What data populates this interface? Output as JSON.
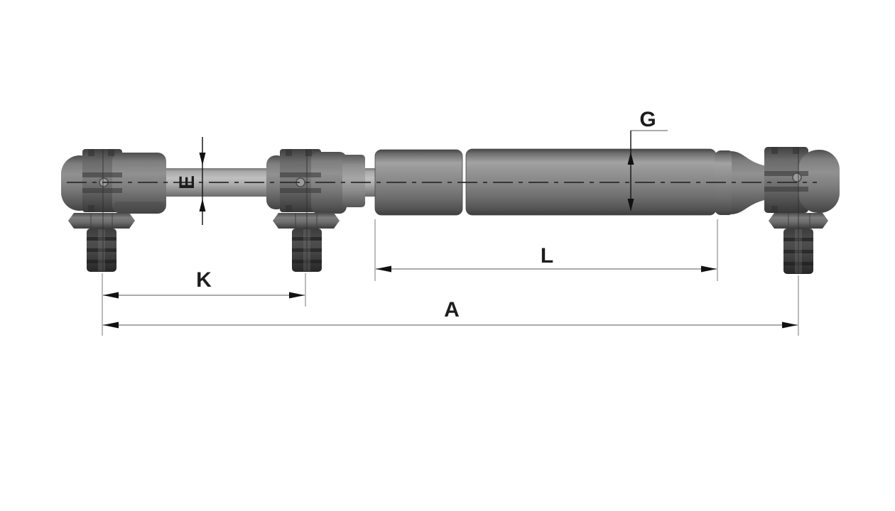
{
  "page": {
    "background": "#ffffff",
    "kind": "technical-dimension-drawing"
  },
  "labels": {
    "rod_diameter": "E",
    "tube_diameter": "G",
    "rod_side_length": "K",
    "tube_length": "L",
    "total_length": "A"
  },
  "colors": {
    "background": "#ffffff",
    "part_gray": "#858585",
    "part_dark": "#3a3a3a",
    "rod_gray": "#b0b0b0",
    "dimension_line_gray": "#8f8f8f",
    "ink": "#1d1d1d"
  }
}
